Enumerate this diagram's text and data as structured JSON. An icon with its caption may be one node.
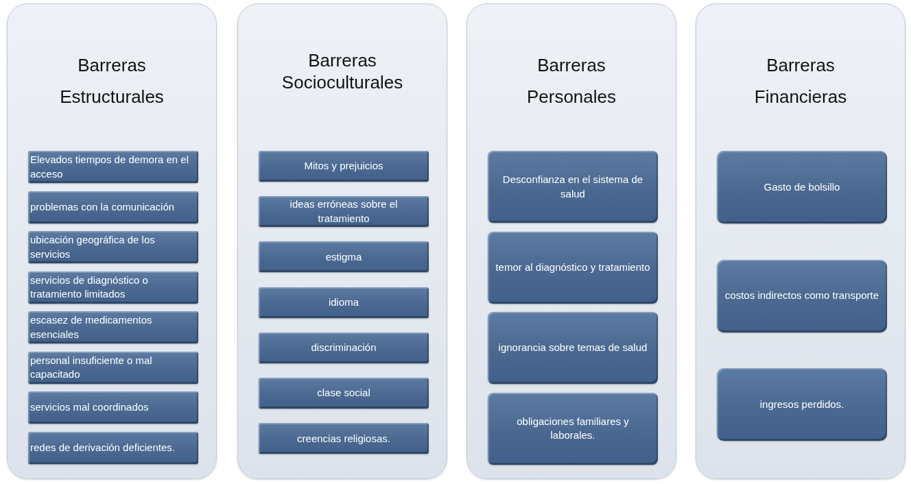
{
  "diagram": {
    "nodes": [
      {
        "text": [
          "Barreras Estructurales"
        ]
      },
      {
        "text": [
          "Elevados tiempos de demora en el acceso"
        ],
        "in": 0
      },
      {
        "text": [
          "problemas con la comunicación"
        ],
        "in": 0
      },
      {
        "text": [
          "ubicación geográfica de los servicios"
        ],
        "in": 0
      },
      {
        "text": [
          "servicios de diagnóstico o tratamiento limitados"
        ],
        "in": 0
      },
      {
        "text": [
          "escasez de medicamentos esenciales"
        ],
        "in": 0
      },
      {
        "text": [
          "personal insuficiente o mal capacitado"
        ],
        "in": 0
      },
      {
        "text": [
          "servicios mal coordinados"
        ],
        "in": 0
      },
      {
        "text": [
          "redes de derivación deficientes."
        ],
        "in": 0
      },
      {
        "text": [
          "Barreras Socioculturales"
        ]
      },
      {
        "text": [
          "Mitos y prejuicios"
        ],
        "in": 9
      },
      {
        "text": [
          "ideas erróneas sobre el tratamiento"
        ],
        "in": 9
      },
      {
        "text": [
          "estigma"
        ],
        "in": 9
      },
      {
        "text": [
          "idioma"
        ],
        "in": 9
      },
      {
        "text": [
          "discriminación"
        ],
        "in": 9
      },
      {
        "text": [
          "clase social"
        ],
        "in": 9
      },
      {
        "text": [
          "creencias religiosas."
        ],
        "in": 9
      },
      {
        "text": [
          "Barreras Personales"
        ]
      },
      {
        "text": [
          "Desconfianza en el sistema de salud"
        ],
        "in": 17
      },
      {
        "text": [
          "temor al diagnóstico y tratamiento"
        ],
        "in": 17
      },
      {
        "text": [
          "ignorancia sobre temas de salud"
        ],
        "in": 17
      },
      {
        "text": [
          "obligaciones familiares y laborales."
        ],
        "in": 17
      },
      {
        "text": [
          "Barreras Financieras"
        ]
      },
      {
        "text": [
          "Gasto de bolsillo"
        ],
        "in": 22
      },
      {
        "text": [
          "costos indirectos como transporte"
        ],
        "in": 22
      },
      {
        "text": [
          "ingresos perdidos."
        ],
        "in": 22
      }
    ]
  }
}
